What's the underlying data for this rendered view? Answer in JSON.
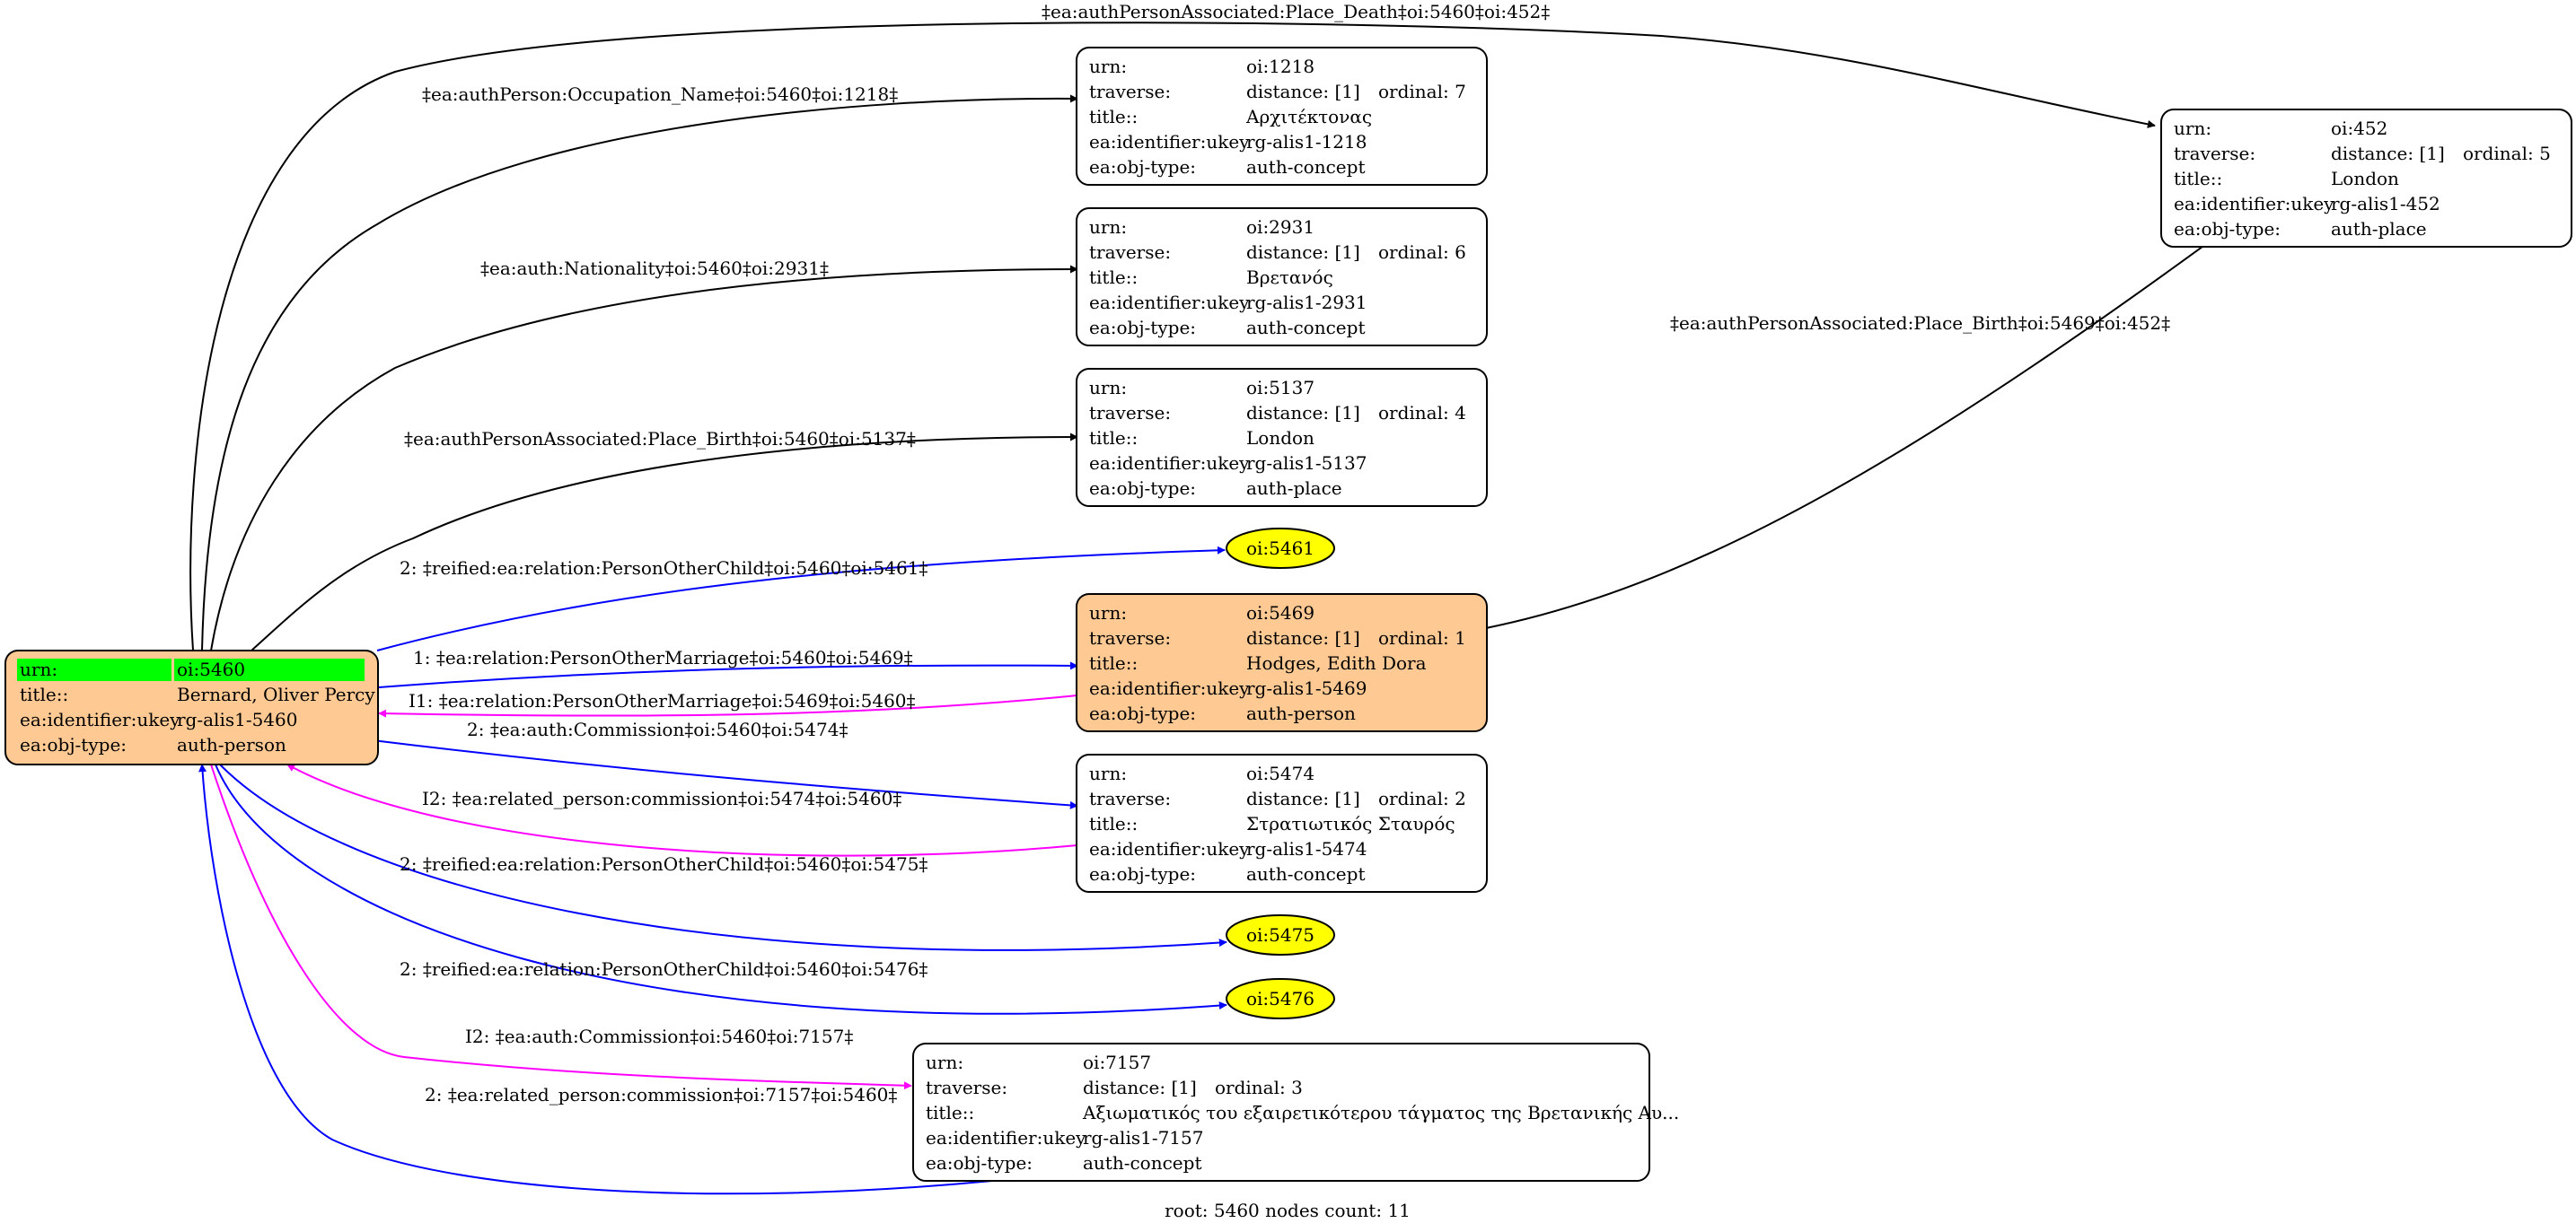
{
  "footer": "root: 5460 nodes count: 11",
  "colors": {
    "root_fill": "#FFC993",
    "focus_fill": "#FFC993",
    "header_highlight": "#00FF00",
    "ellipse_fill": "#FFFF00",
    "edge_black": "#000000",
    "edge_blue": "#0000FF",
    "edge_magenta": "#FF00FF",
    "node_border": "#000000"
  },
  "nodes": {
    "root": {
      "rows": [
        {
          "k": "urn:",
          "v": "oi:5460"
        },
        {
          "k": "title::",
          "v": "Bernard, Oliver Percy"
        },
        {
          "k": "ea:identifier:ukey",
          "v": "rg-alis1-5460"
        },
        {
          "k": "ea:obj-type:",
          "v": "auth-person"
        }
      ]
    },
    "n1218": {
      "rows": [
        {
          "k": "urn:",
          "v": "oi:1218"
        },
        {
          "k": "traverse:",
          "v": "distance: [1]",
          "v2": "ordinal: 7"
        },
        {
          "k": "title::",
          "v": "Αρχιτέκτονας"
        },
        {
          "k": "ea:identifier:ukey",
          "v": "rg-alis1-1218"
        },
        {
          "k": "ea:obj-type:",
          "v": "auth-concept"
        }
      ]
    },
    "n2931": {
      "rows": [
        {
          "k": "urn:",
          "v": "oi:2931"
        },
        {
          "k": "traverse:",
          "v": "distance: [1]",
          "v2": "ordinal: 6"
        },
        {
          "k": "title::",
          "v": "Βρετανός"
        },
        {
          "k": "ea:identifier:ukey",
          "v": "rg-alis1-2931"
        },
        {
          "k": "ea:obj-type:",
          "v": "auth-concept"
        }
      ]
    },
    "n5137": {
      "rows": [
        {
          "k": "urn:",
          "v": "oi:5137"
        },
        {
          "k": "traverse:",
          "v": "distance: [1]",
          "v2": "ordinal: 4"
        },
        {
          "k": "title::",
          "v": "London"
        },
        {
          "k": "ea:identifier:ukey",
          "v": "rg-alis1-5137"
        },
        {
          "k": "ea:obj-type:",
          "v": "auth-place"
        }
      ]
    },
    "n5469": {
      "rows": [
        {
          "k": "urn:",
          "v": "oi:5469"
        },
        {
          "k": "traverse:",
          "v": "distance: [1]",
          "v2": "ordinal: 1"
        },
        {
          "k": "title::",
          "v": "Hodges, Edith Dora"
        },
        {
          "k": "ea:identifier:ukey",
          "v": "rg-alis1-5469"
        },
        {
          "k": "ea:obj-type:",
          "v": "auth-person"
        }
      ]
    },
    "n5474": {
      "rows": [
        {
          "k": "urn:",
          "v": "oi:5474"
        },
        {
          "k": "traverse:",
          "v": "distance: [1]",
          "v2": "ordinal: 2"
        },
        {
          "k": "title::",
          "v": "Στρατιωτικός Σταυρός"
        },
        {
          "k": "ea:identifier:ukey",
          "v": "rg-alis1-5474"
        },
        {
          "k": "ea:obj-type:",
          "v": "auth-concept"
        }
      ]
    },
    "n7157": {
      "rows": [
        {
          "k": "urn:",
          "v": "oi:7157"
        },
        {
          "k": "traverse:",
          "v": "distance: [1]",
          "v2": "ordinal: 3"
        },
        {
          "k": "title::",
          "v": "Αξιωματικός του εξαιρετικότερου τάγματος της Βρετανικής Αυ..."
        },
        {
          "k": "ea:identifier:ukey",
          "v": "rg-alis1-7157"
        },
        {
          "k": "ea:obj-type:",
          "v": "auth-concept"
        }
      ]
    },
    "n452": {
      "rows": [
        {
          "k": "urn:",
          "v": "oi:452"
        },
        {
          "k": "traverse:",
          "v": "distance: [1]",
          "v2": "ordinal: 5"
        },
        {
          "k": "title::",
          "v": "London"
        },
        {
          "k": "ea:identifier:ukey",
          "v": "rg-alis1-452"
        },
        {
          "k": "ea:obj-type:",
          "v": "auth-place"
        }
      ]
    },
    "e5461": {
      "label": "oi:5461"
    },
    "e5475": {
      "label": "oi:5475"
    },
    "e5476": {
      "label": "oi:5476"
    }
  },
  "edges": {
    "place_death": "‡ea:authPersonAssociated:Place_Death‡oi:5460‡oi:452‡",
    "occupation": "‡ea:authPerson:Occupation_Name‡oi:5460‡oi:1218‡",
    "nationality": "‡ea:auth:Nationality‡oi:5460‡oi:2931‡",
    "place_birth_root": "‡ea:authPersonAssociated:Place_Birth‡oi:5460‡oi:5137‡",
    "place_birth_5469": "‡ea:authPersonAssociated:Place_Birth‡oi:5469‡oi:452‡",
    "child_5461": "2: ‡reified:ea:relation:PersonOtherChild‡oi:5460‡oi:5461‡",
    "marriage": "1: ‡ea:relation:PersonOtherMarriage‡oi:5460‡oi:5469‡",
    "marriage_inv": "I1: ‡ea:relation:PersonOtherMarriage‡oi:5469‡oi:5460‡",
    "commission_5474": "2: ‡ea:auth:Commission‡oi:5460‡oi:5474‡",
    "related_5474": "I2: ‡ea:related_person:commission‡oi:5474‡oi:5460‡",
    "child_5475": "2: ‡reified:ea:relation:PersonOtherChild‡oi:5460‡oi:5475‡",
    "child_5476": "2: ‡reified:ea:relation:PersonOtherChild‡oi:5460‡oi:5476‡",
    "commission_7157": "I2: ‡ea:auth:Commission‡oi:5460‡oi:7157‡",
    "related_7157": "2: ‡ea:related_person:commission‡oi:7157‡oi:5460‡"
  }
}
